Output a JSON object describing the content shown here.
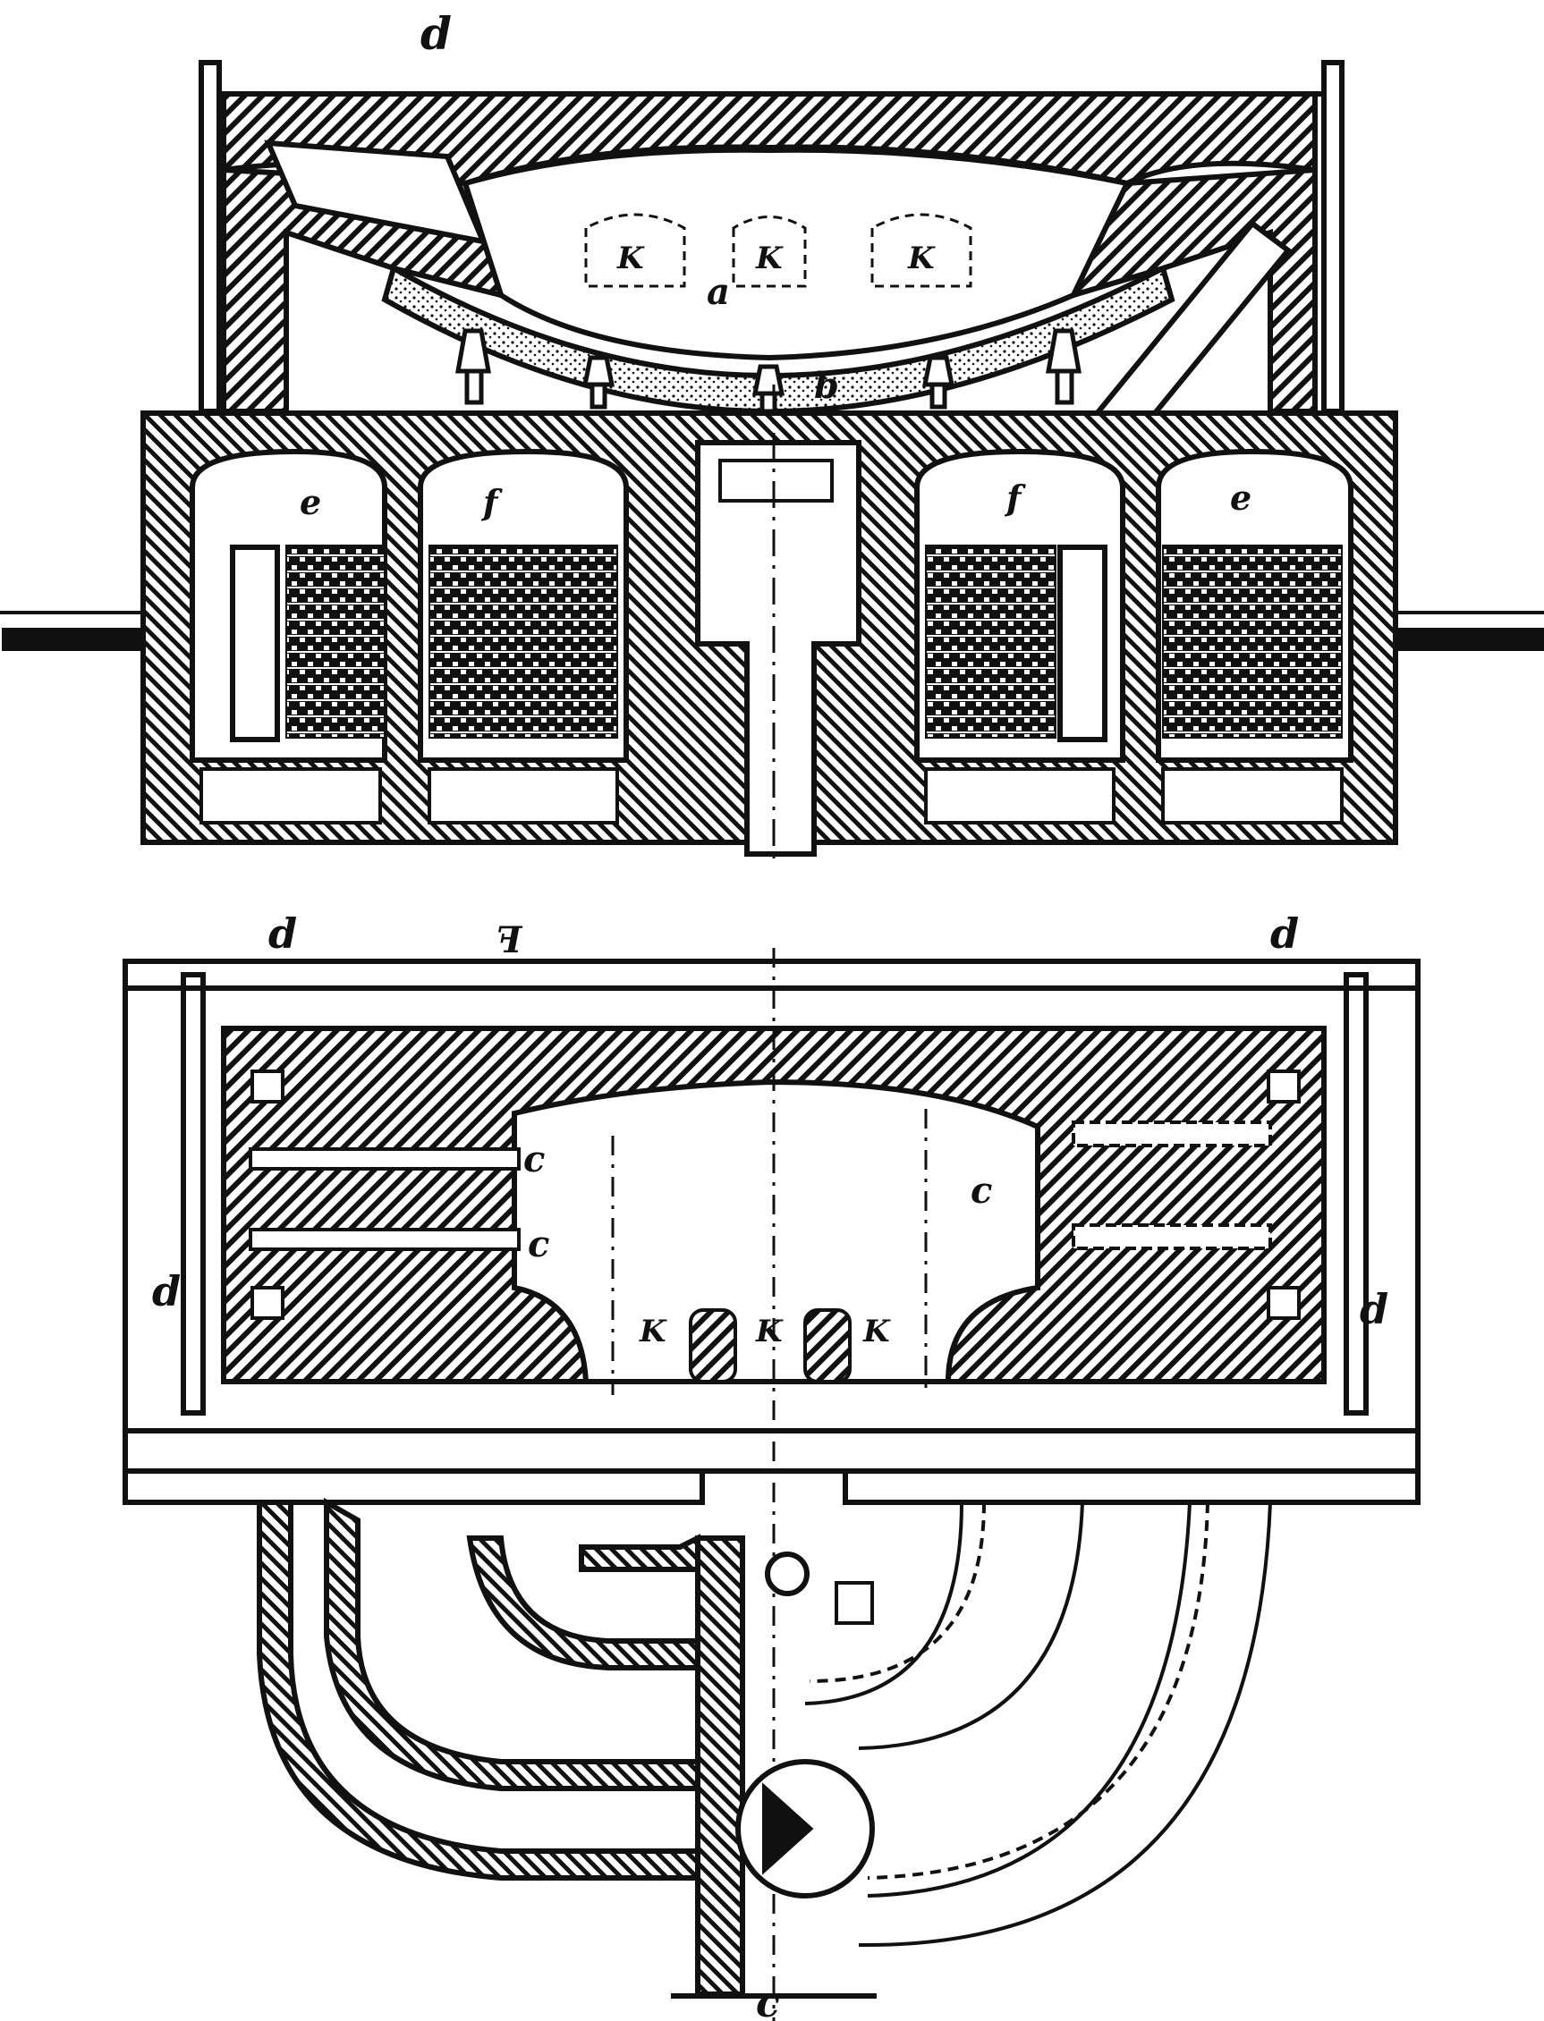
{
  "figure": {
    "type": "technical-drawing",
    "subject": "regenerative open-hearth furnace",
    "ink_color": "#111111",
    "paper_color": "#ffffff",
    "views": [
      {
        "id": "elevation",
        "description": "vertical cross-section",
        "labels": {
          "d": "d",
          "a": "a",
          "b": "b",
          "k1": "K",
          "k2": "K",
          "k3": "K",
          "e_left": "e",
          "f_left": "f",
          "f_right": "f",
          "e_right": "e"
        }
      },
      {
        "id": "plan",
        "description": "horizontal cross-section",
        "labels": {
          "section_mark": "ꟻ",
          "d_top_left": "d",
          "d_top_right": "d",
          "d_bottom_left": "d",
          "d_bottom_right": "d",
          "c_left_1": "c",
          "c_left_2": "c",
          "c_right": "c",
          "k1": "K",
          "k2": "K",
          "k3": "K",
          "section_bottom": "c"
        }
      }
    ]
  }
}
